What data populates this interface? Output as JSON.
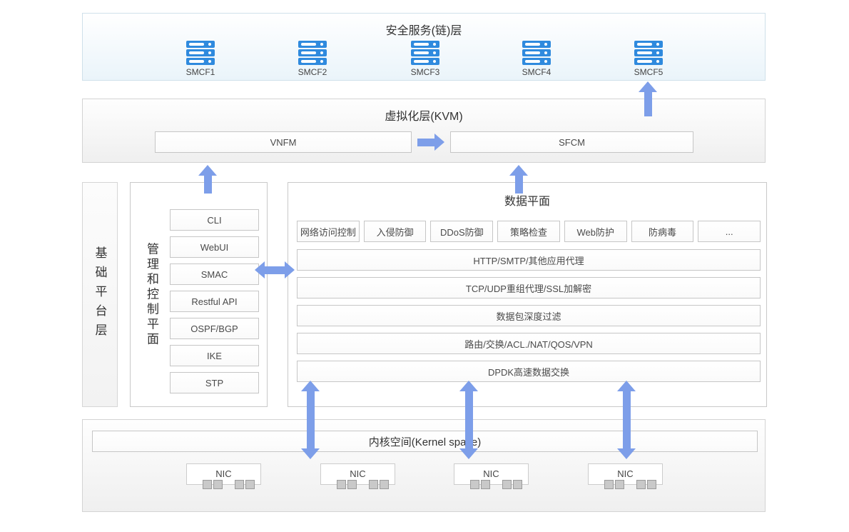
{
  "colors": {
    "server_icon_blue": "#2f8ade",
    "arrow_blue": "#7d9ee9",
    "security_band_tint": "#eaf4fa",
    "band_gray": "#efefef"
  },
  "security_layer": {
    "title": "安全服务(链)层",
    "nodes": [
      "SMCF1",
      "SMCF2",
      "SMCF3",
      "SMCF4",
      "SMCF5"
    ]
  },
  "virtualization_layer": {
    "title": "虚拟化层(KVM)",
    "vnfm_label": "VNFM",
    "sfcm_label": "SFCM"
  },
  "base_platform": {
    "label": "基础平台层"
  },
  "management_plane": {
    "label": "管理和控制平面",
    "items": [
      "CLI",
      "WebUI",
      "SMAC",
      "Restful API",
      "OSPF/BGP",
      "IKE",
      "STP"
    ]
  },
  "data_plane": {
    "title": "数据平面",
    "function_boxes": [
      "网络访问控制",
      "入侵防御",
      "DDoS防御",
      "策略检查",
      "Web防护",
      "防病毒",
      "..."
    ],
    "stack_rows": [
      "HTTP/SMTP/其他应用代理",
      "TCP/UDP重组代理/SSL加解密",
      "数据包深度过滤",
      "路由/交换/ACL./NAT/QOS/VPN",
      "DPDK高速数据交换"
    ]
  },
  "kernel_layer": {
    "title": "内核空间(Kernel space)",
    "nic_label": "NIC"
  }
}
